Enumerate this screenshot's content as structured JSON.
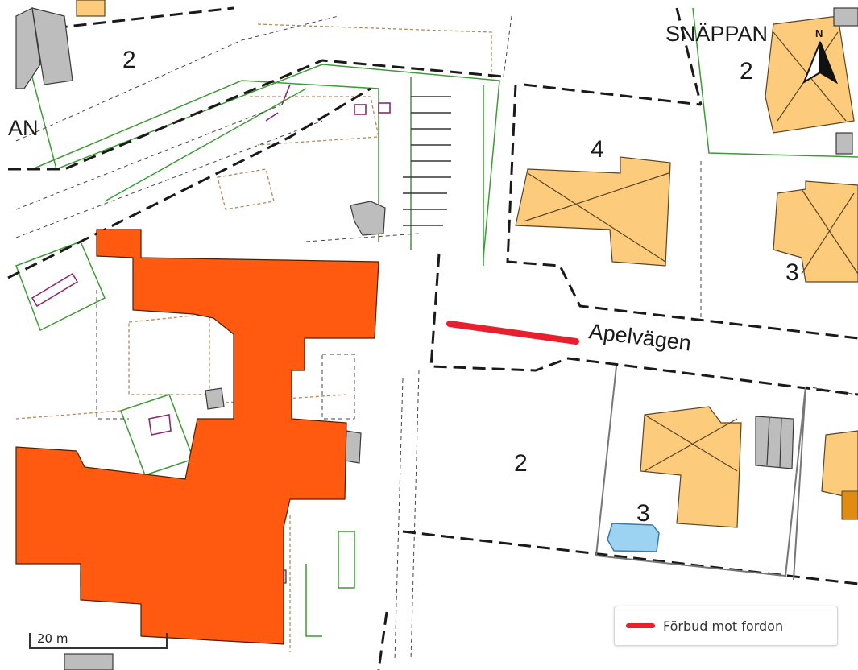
{
  "map": {
    "street_label": "Apelvägen",
    "block_label_top": "SNÄPPAN",
    "block_label_left": "AN",
    "lot_numbers": {
      "top_left": "2",
      "top_right": "2",
      "center_top": "4",
      "right_middle": "3",
      "bottom_center": "2",
      "bottom_right": "3"
    },
    "colors": {
      "restricted_building": "#ff5a10",
      "house": "#fdcb7c",
      "garage": "#bdbdbd",
      "restriction_line": "#e8202e",
      "boundary": "#1a1a1a",
      "vegetation": "#3d9b35",
      "pool": "#9dd3f2"
    }
  },
  "legend": {
    "items": [
      {
        "label": "Förbud mot fordon",
        "color": "#e8202e",
        "icon": "red-line-symbol"
      }
    ]
  },
  "scale": {
    "label": "20 m"
  },
  "north_arrow": {
    "label": "N",
    "icon": "north-arrow-icon"
  }
}
